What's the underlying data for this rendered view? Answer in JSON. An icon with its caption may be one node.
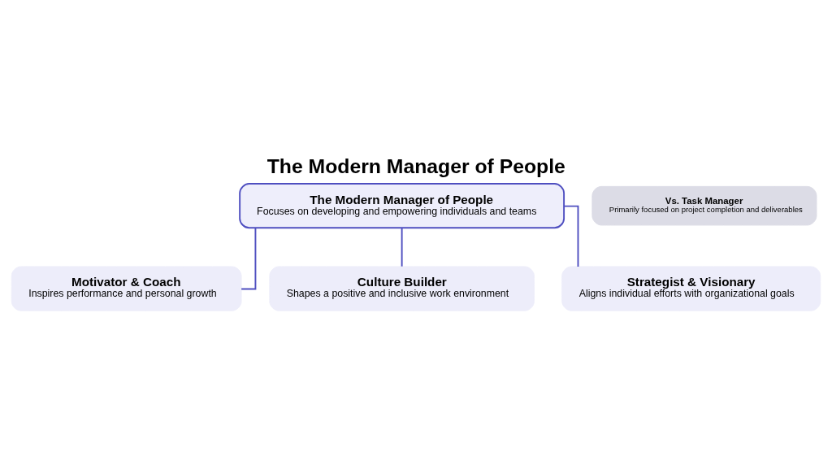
{
  "diagram": {
    "title": "The Modern Manager of People",
    "nodes": [
      {
        "text": [
          "The Modern Manager of People",
          "Focuses on developing and empowering individuals and teams"
        ]
      },
      {
        "text": [
          "Motivator & Coach",
          "Inspires performance and personal growth"
        ]
      },
      {
        "text": [
          "Culture Builder",
          "Shapes a positive and inclusive work environment"
        ]
      },
      {
        "text": [
          "Strategist & Visionary",
          "Aligns individual efforts with organizational goals"
        ]
      },
      {
        "text": [
          "Vs. Task Manager",
          "Primarily focused on project completion and deliverables"
        ]
      }
    ],
    "edges": [
      {
        "from": 0,
        "to": 1,
        "arrow": "none"
      },
      {
        "from": 0,
        "to": 2,
        "arrow": "none"
      },
      {
        "from": 0,
        "to": 3,
        "arrow": "none"
      }
    ]
  }
}
